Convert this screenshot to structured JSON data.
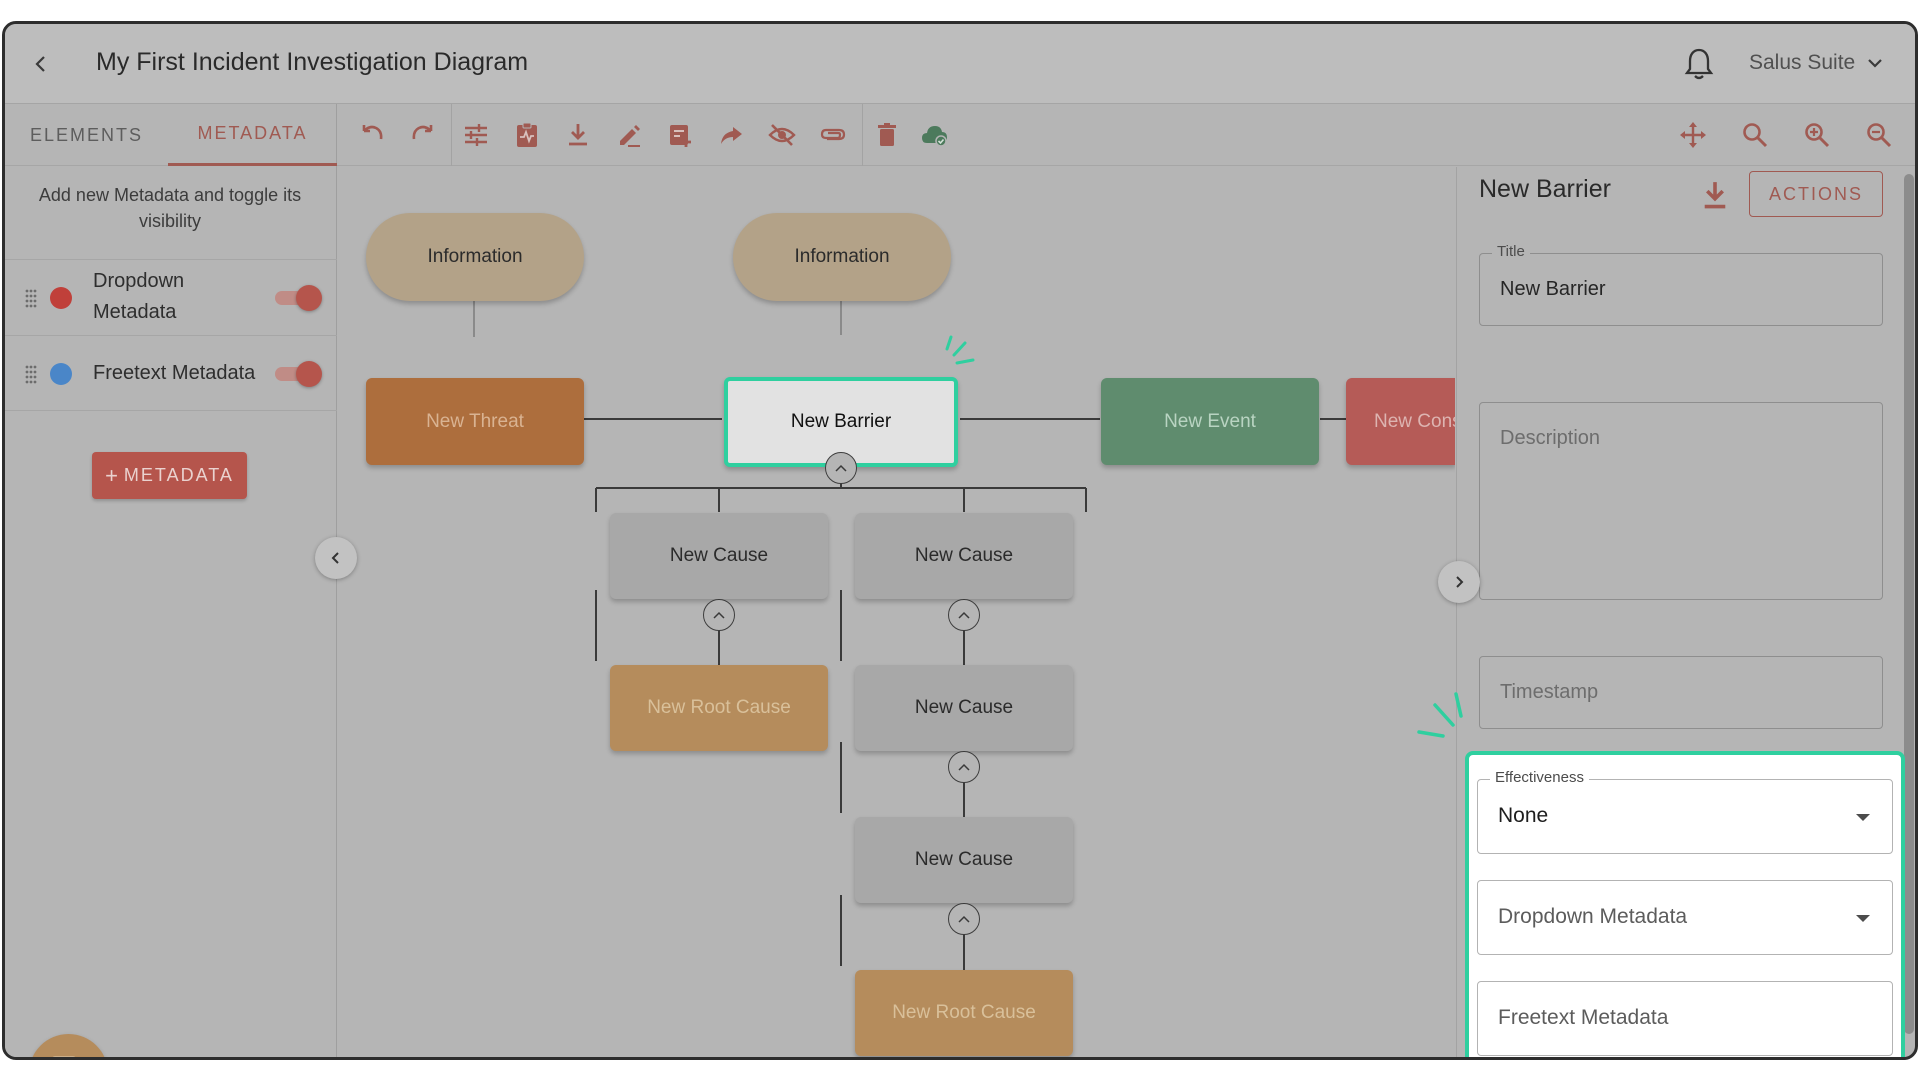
{
  "header": {
    "title": "My First Incident Investigation Diagram",
    "account_label": "Salus Suite"
  },
  "left_panel": {
    "tabs": [
      {
        "label": "ELEMENTS",
        "active": false
      },
      {
        "label": "METADATA",
        "active": true
      }
    ],
    "hint": "Add new Metadata and toggle its visibility",
    "metadata_items": [
      {
        "label": "Dropdown Metadata",
        "color": "#c0403a",
        "visible": true
      },
      {
        "label": "Freetext Metadata",
        "color": "#4a86c8",
        "visible": true
      }
    ],
    "add_button_label": "METADATA"
  },
  "toolbar": {
    "left_icons": [
      "undo-icon",
      "redo-icon",
      "settings-sliders-icon",
      "health-report-icon",
      "download-icon",
      "edit-icon",
      "add-form-icon",
      "share-icon",
      "visibility-off-icon",
      "attach-icon",
      "delete-icon",
      "cloud-done-icon"
    ],
    "right_icons": [
      "move-icon",
      "search-icon",
      "zoom-in-icon",
      "zoom-out-icon"
    ]
  },
  "diagram": {
    "info_1": "Information",
    "info_2": "Information",
    "threat": "New Threat",
    "barrier": "New Barrier",
    "event": "New Event",
    "consequence": "New Cons",
    "cause_1": "New Cause",
    "cause_2": "New Cause",
    "cause_3": "New Cause",
    "cause_4": "New Cause",
    "root_cause_1": "New Root Cause",
    "root_cause_2": "New Root Cause"
  },
  "right_panel": {
    "title": "New Barrier",
    "actions_label": "ACTIONS",
    "title_field": {
      "label": "Title",
      "value": "New Barrier"
    },
    "description_placeholder": "Description",
    "timestamp_placeholder": "Timestamp",
    "effectiveness": {
      "label": "Effectiveness",
      "value": "None"
    },
    "dropdown_metadata_placeholder": "Dropdown Metadata",
    "freetext_metadata_placeholder": "Freetext Metadata"
  },
  "colors": {
    "accent": "#b5554c",
    "highlight": "#2fcf9f",
    "overlay_gray": "#b5b5b5"
  }
}
